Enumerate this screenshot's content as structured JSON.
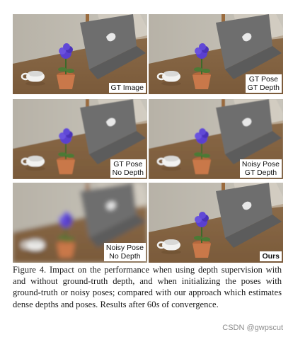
{
  "panels": [
    {
      "id": "p1",
      "lines": [
        "GT Image"
      ],
      "bold": false,
      "blur": 0
    },
    {
      "id": "p2",
      "lines": [
        "GT Pose",
        "GT Depth"
      ],
      "bold": false,
      "blur": 0
    },
    {
      "id": "p3",
      "lines": [
        "GT Pose",
        "No Depth"
      ],
      "bold": false,
      "blur": 0.6
    },
    {
      "id": "p4",
      "lines": [
        "Noisy Pose",
        "GT Depth"
      ],
      "bold": false,
      "blur": 0.4
    },
    {
      "id": "p5",
      "lines": [
        "Noisy Pose",
        "No Depth"
      ],
      "bold": false,
      "blur": 3.2
    },
    {
      "id": "p6",
      "lines": [
        "Ours"
      ],
      "bold": true,
      "blur": 0.2
    }
  ],
  "caption": {
    "prefix": "Figure 4.",
    "text": "Impact on the performance when using depth supervision with and without ground-truth depth, and when initializing the poses with ground-truth or noisy poses; compared with our approach which estimates dense depths and poses. Results after 60",
    "unit": "s",
    "suffix": "of convergence."
  },
  "watermark": "CSDN @gwpscut",
  "colors": {
    "wall": "#c9c5bb",
    "table": "#7a5a3a",
    "laptop": "#6e6e6e",
    "flower": "#5a3fd0",
    "pot": "#c9784a",
    "cup": "#f2f2f0"
  }
}
